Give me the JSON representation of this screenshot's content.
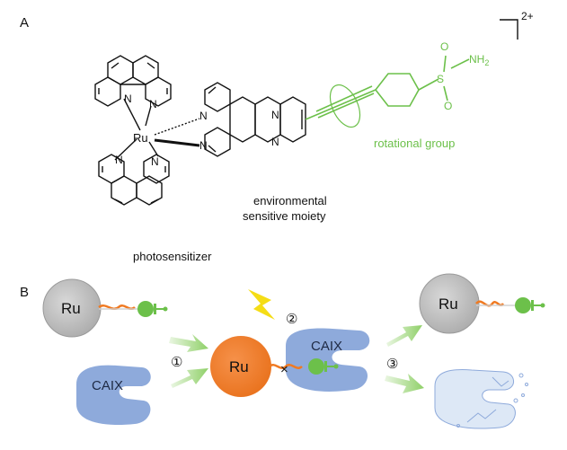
{
  "panel_a": {
    "label": "A",
    "metal": "Ru",
    "nitrogen": "N",
    "charge": "2+",
    "sulfonamide": {
      "sulfur": "S",
      "oxygen": "O",
      "amine": "NH",
      "amine_sub": "2"
    },
    "rotational_group_label": "rotational group",
    "environmental_label_line1": "environmental",
    "environmental_label_line2": "sensitive moiety",
    "photosensitizer_label": "photosensitizer"
  },
  "panel_b": {
    "label": "B",
    "ru": "Ru",
    "caix": "CAIX",
    "step1": "①",
    "step2": "②",
    "step3": "③",
    "cross": "×"
  },
  "colors": {
    "black": "#111111",
    "green": "#6cc04a",
    "orange": "#f07a22",
    "gray": "#bdbdbd",
    "blue": "#8eaadb",
    "yellow": "#f5dd16",
    "arrow_green": "#a9dc8a"
  }
}
